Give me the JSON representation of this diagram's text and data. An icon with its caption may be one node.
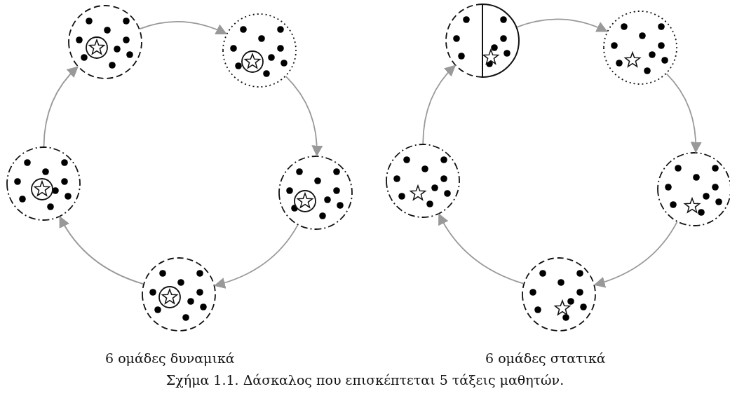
{
  "diagram": {
    "caption": "Σχήμα 1.1. Δάσκαλος που επισκέπτεται 5 τάξεις μαθητών.",
    "nodes": [
      {
        "text": [],
        "shape": "circle"
      },
      {
        "text": [],
        "shape": "circle"
      },
      {
        "text": [],
        "shape": "circle"
      },
      {
        "text": [],
        "shape": "circle"
      },
      {
        "text": [],
        "shape": "circle"
      },
      {
        "text": [],
        "shape": "circle"
      },
      {
        "text": [],
        "shape": "circle"
      },
      {
        "text": [],
        "shape": "circle"
      },
      {
        "text": [],
        "shape": "circle"
      },
      {
        "text": [],
        "shape": "circle"
      },
      {
        "text": [],
        "shape": "circle"
      }
    ],
    "edges": [
      {
        "from": 0,
        "to": 1,
        "arrow": "to"
      },
      {
        "from": 1,
        "to": 3,
        "arrow": "to"
      },
      {
        "from": 3,
        "to": 4,
        "arrow": "to"
      },
      {
        "from": 4,
        "to": 2,
        "arrow": "to"
      },
      {
        "from": 2,
        "to": 0,
        "arrow": "to"
      },
      {
        "from": 6,
        "to": 7,
        "arrow": "to"
      },
      {
        "from": 7,
        "to": 9,
        "arrow": "to"
      },
      {
        "from": 9,
        "to": 10,
        "arrow": "to"
      },
      {
        "from": 10,
        "to": 8,
        "arrow": "to"
      },
      {
        "from": 8,
        "to": 5,
        "arrow": "to"
      }
    ],
    "labels": [
      "6 ομάδες δυναμικά",
      "6 ομάδες στατικά"
    ]
  }
}
